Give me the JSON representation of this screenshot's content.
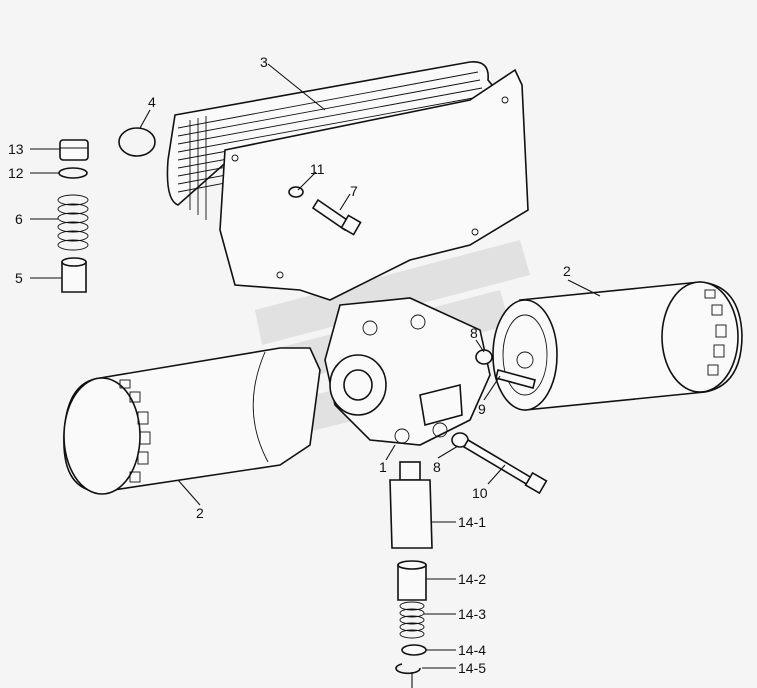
{
  "callouts": {
    "c1": "1",
    "c2a": "2",
    "c2b": "2",
    "c3": "3",
    "c4": "4",
    "c5": "5",
    "c6": "6",
    "c7": "7",
    "c8a": "8",
    "c8b": "8",
    "c9": "9",
    "c10": "10",
    "c11": "11",
    "c12": "12",
    "c13": "13",
    "c14_1": "14-1",
    "c14_2": "14-2",
    "c14_3": "14-3",
    "c14_4": "14-4",
    "c14_5": "14-5"
  },
  "colors": {
    "line": "#111111",
    "paper": "#f5f5f5",
    "watermark": "#cfcfcf"
  }
}
